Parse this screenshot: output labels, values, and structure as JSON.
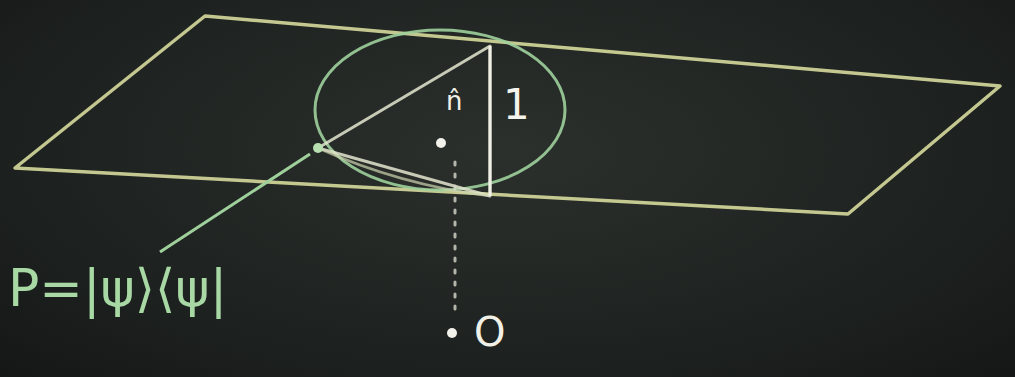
{
  "diagram": {
    "labels": [
      "P=|ψ⟩⟨ψ|",
      "n̂",
      "1",
      "O"
    ]
  }
}
